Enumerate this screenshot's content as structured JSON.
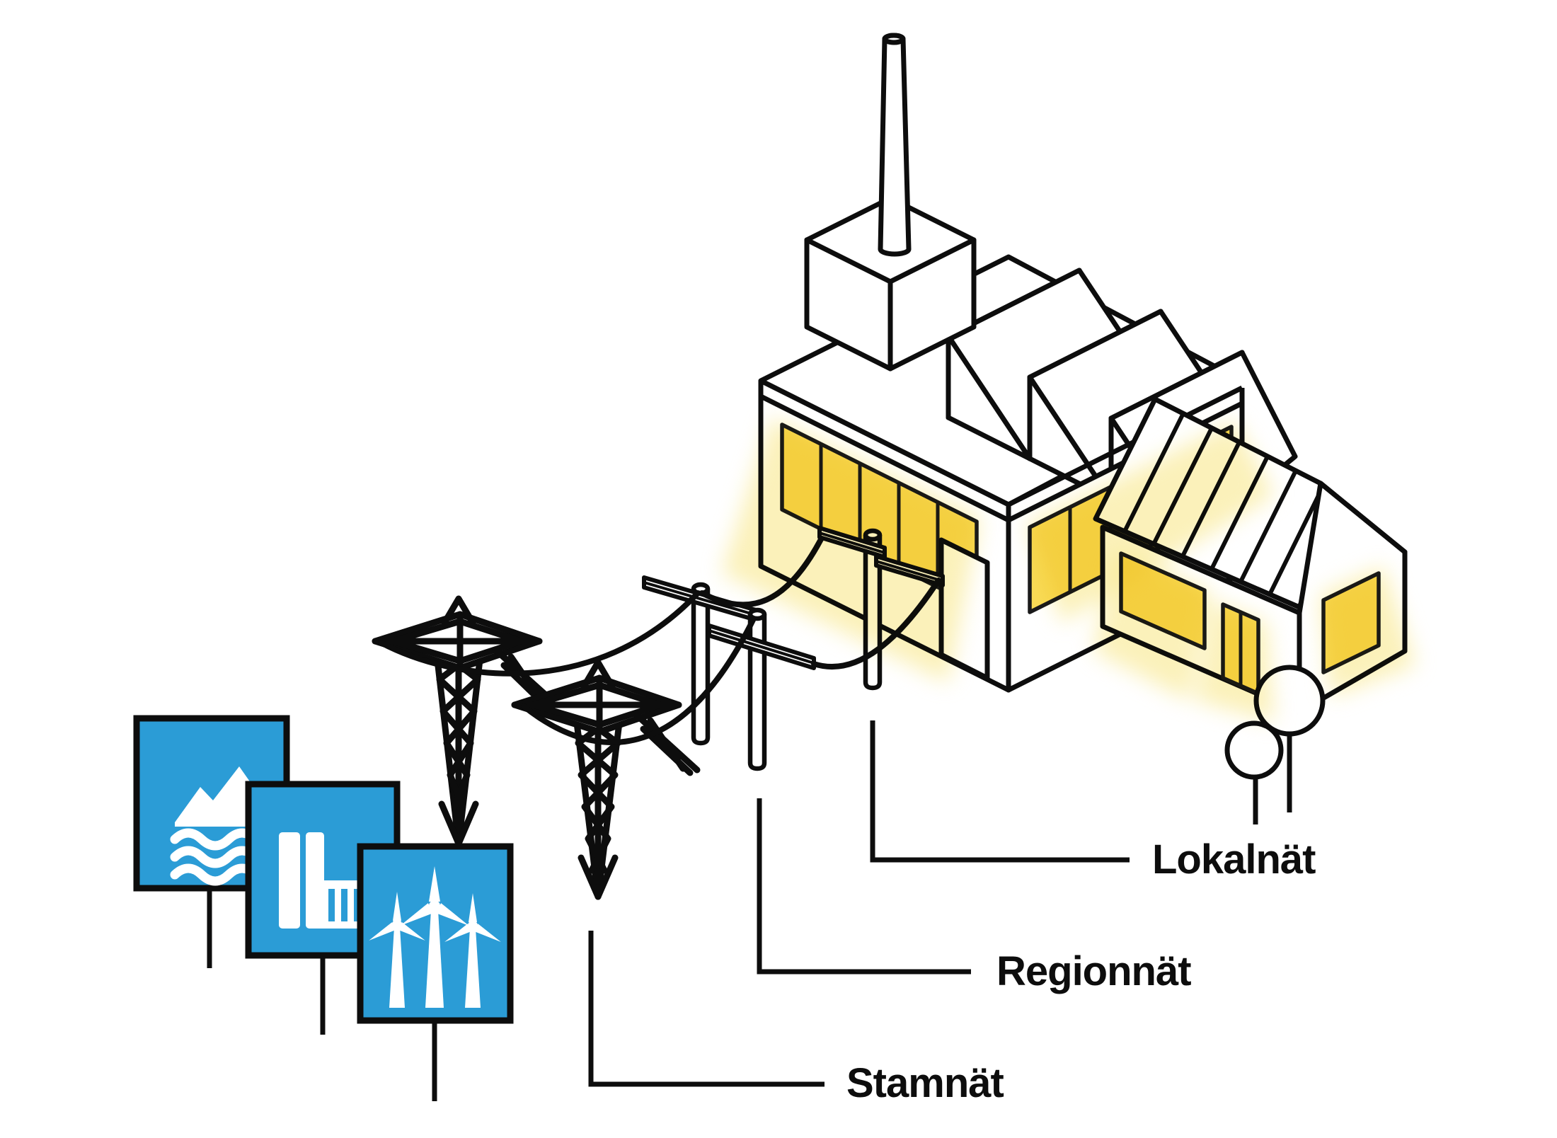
{
  "diagram": {
    "type": "illustration",
    "subject": "electricity-grid-overview",
    "labels": {
      "stamnat": "Stamnät",
      "regionnat": "Regionnät",
      "lokalnat": "Lokalnät"
    },
    "icons": [
      "hydro-power-icon",
      "thermal-power-plant-icon",
      "wind-power-icon",
      "transmission-pylon-icon",
      "power-line-icon",
      "utility-pole-icon",
      "factory-building-icon",
      "house-icon",
      "tree-icon"
    ],
    "colors": {
      "accent_blue": "#2B9CD6",
      "window_yellow": "#F8DB56",
      "glow_yellow": "#F9E88F",
      "line": "#0D0D0D",
      "background": "#FFFFFF"
    }
  }
}
